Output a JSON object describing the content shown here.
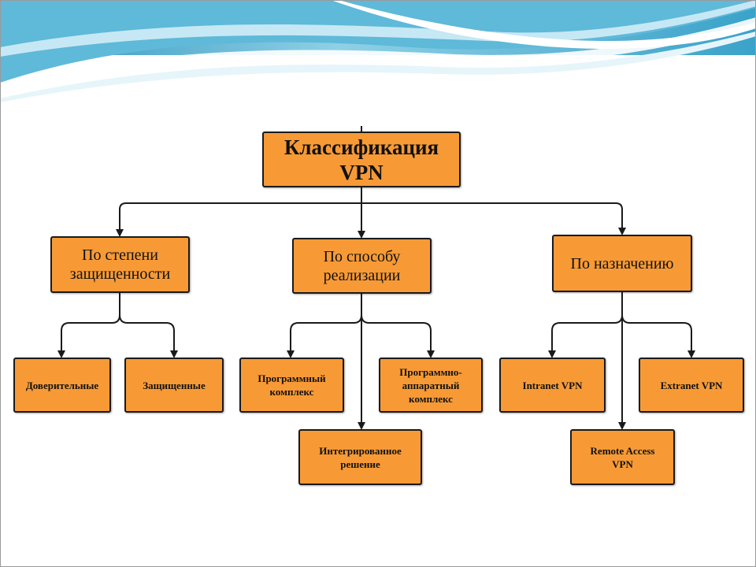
{
  "diagram": {
    "root": "Классификация\nVPN",
    "categories": [
      "По степени\nзащищенности",
      "По способу\nреализации",
      "По назначению"
    ],
    "protection": [
      "Доверительные",
      "Защищенные"
    ],
    "implementation": [
      "Программный\nкомплекс",
      "Программно-\nаппаратный\nкомплекс",
      "Интегрированное\nрешение"
    ],
    "purpose": [
      "Intranet VPN",
      "Extranet VPN",
      "Remote Access\nVPN"
    ]
  },
  "colors": {
    "box_fill": "#F79A36",
    "box_border": "#1a1a1a",
    "connector": "#1a1a1a",
    "banner_dark": "#2a8fb8",
    "banner_light": "#a9ddee"
  }
}
